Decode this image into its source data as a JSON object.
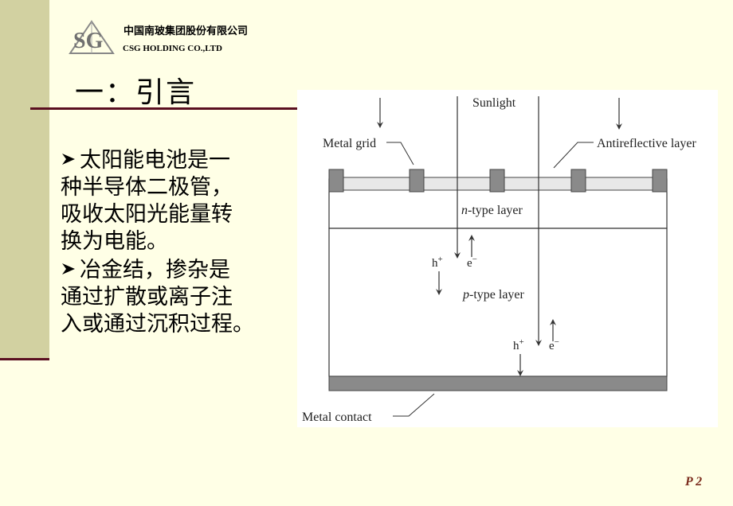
{
  "header": {
    "logo_text": "SG",
    "company_cn": "中国南玻集团股份有限公司",
    "company_en": "CSG HOLDING  CO.,LTD"
  },
  "title": "一：引言",
  "body": {
    "bullet_icon": "arrow-bullet-icon",
    "paragraphs": [
      "太阳能电池是一\n种半导体二极管，\n吸收太阳光能量转\n换为电能。",
      "冶金结，掺杂是\n通过扩散或离子注\n入或通过沉积过程。"
    ]
  },
  "diagram": {
    "sunlight": "Sunlight",
    "metal_grid": "Metal grid",
    "antireflective": "Antireflective layer",
    "n_type_italic": "n",
    "n_type_rest": "-type  layer",
    "p_type_italic": "p",
    "p_type_rest": "-type layer",
    "hole": "h",
    "electron": "e",
    "plus": "+",
    "minus": "−",
    "metal_contact": "Metal contact"
  },
  "colors": {
    "background": "#ffffe6",
    "sidebar": "#d2d1a1",
    "accent_line": "#5a0f20",
    "page_number": "#7b2c1d"
  },
  "footer": {
    "page": "P 2"
  }
}
